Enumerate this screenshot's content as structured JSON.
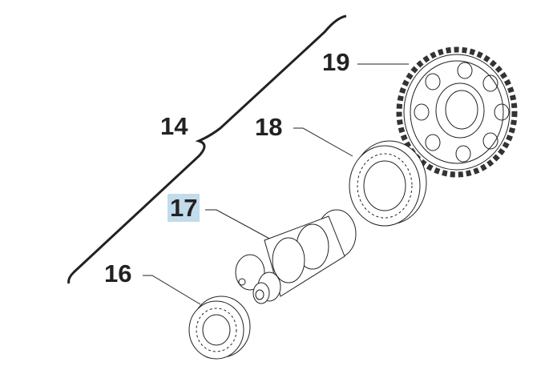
{
  "labels": {
    "assembly": "14",
    "bearing_small": "16",
    "camshaft": "17",
    "bearing_large": "18",
    "gear": "19"
  },
  "colors": {
    "highlight": "#c3dcec",
    "line": "#222222"
  }
}
